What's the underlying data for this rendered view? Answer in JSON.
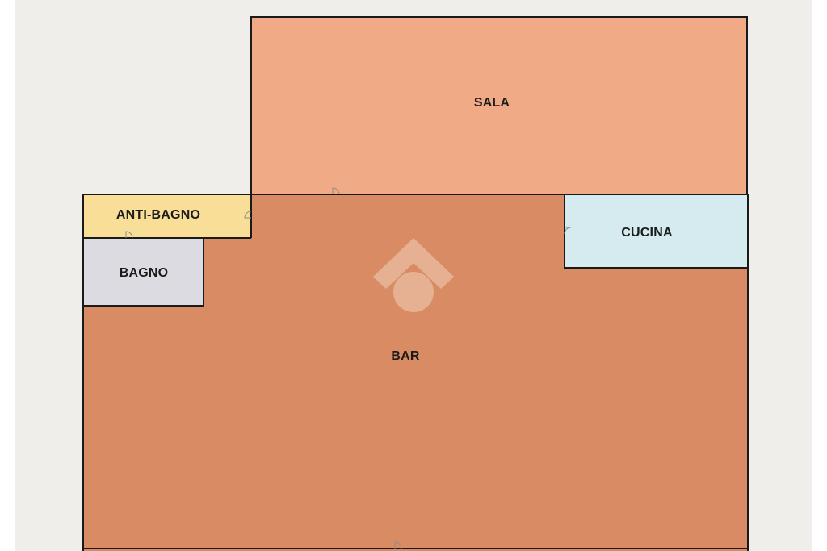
{
  "floorplan": {
    "rooms": [
      {
        "id": "sala",
        "label": "SALA",
        "color": "#f0aa86"
      },
      {
        "id": "bar",
        "label": "BAR",
        "color": "#d98c63"
      },
      {
        "id": "anti-bagno",
        "label": "ANTI-BAGNO",
        "color": "#f8de96"
      },
      {
        "id": "bagno",
        "label": "BAGNO",
        "color": "#dcdbe1"
      },
      {
        "id": "cucina",
        "label": "CUCINA",
        "color": "#d5ebf0"
      }
    ],
    "wall_color": "#1a1a1a",
    "background_color": "#f0eeeb"
  },
  "watermark": {
    "icon": "house-logo-icon"
  }
}
